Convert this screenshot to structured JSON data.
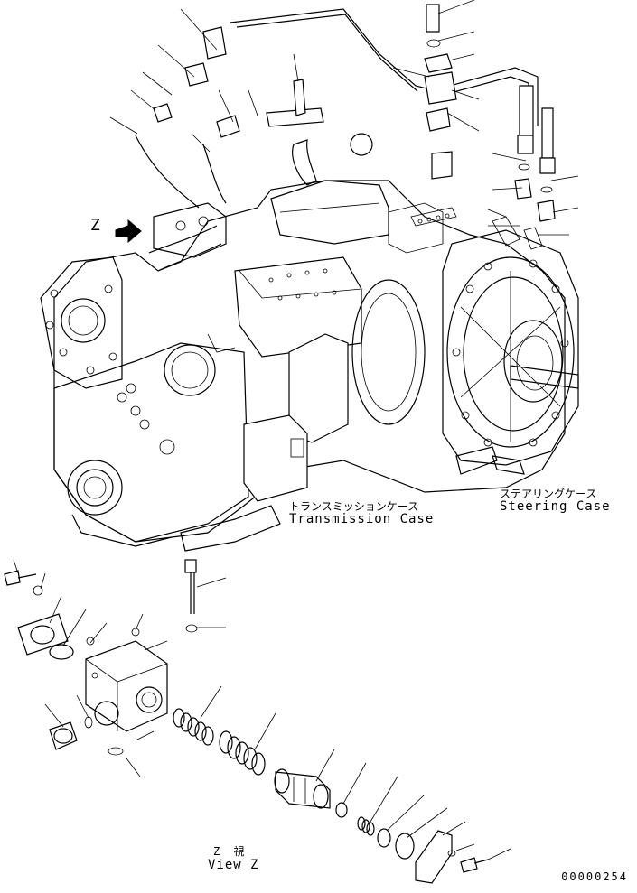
{
  "labels": {
    "transmission_case_jp": "トランスミッションケース",
    "transmission_case_en": "Transmission Case",
    "steering_case_jp": "ステアリングケース",
    "steering_case_en": "Steering Case",
    "view_z_jp": "Z 視",
    "view_z_en": "View Z",
    "z_marker": "Z",
    "document_number": "00000254"
  }
}
